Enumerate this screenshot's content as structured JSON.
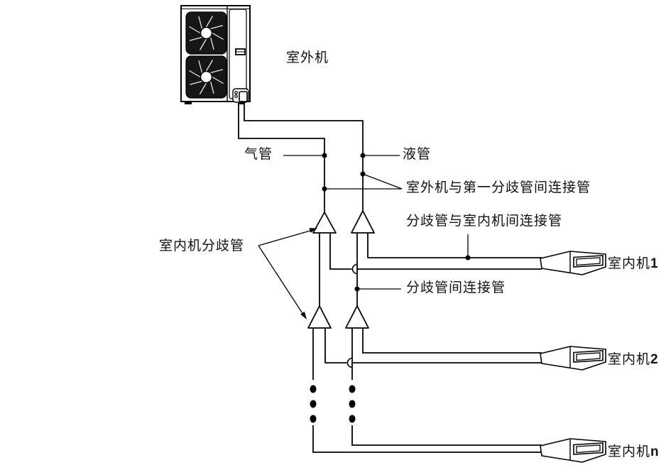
{
  "diagram": {
    "outdoor_unit": {
      "label": "室外机"
    },
    "pipe_labels": {
      "gas_pipe": "气管",
      "liquid_pipe": "液管",
      "outdoor_to_first_branch": "室外机与第一分歧管间连接管",
      "branch_to_indoor": "分歧管与室内机间连接管",
      "indoor_unit_branch": "室内机分歧管",
      "between_branches": "分歧管间连接管"
    },
    "indoor_units": [
      {
        "name": "室内机",
        "suffix": "1"
      },
      {
        "name": "室内机",
        "suffix": "2"
      },
      {
        "name": "室内机",
        "suffix": "n"
      }
    ],
    "colors": {
      "line": "#000000",
      "background": "#ffffff"
    }
  }
}
